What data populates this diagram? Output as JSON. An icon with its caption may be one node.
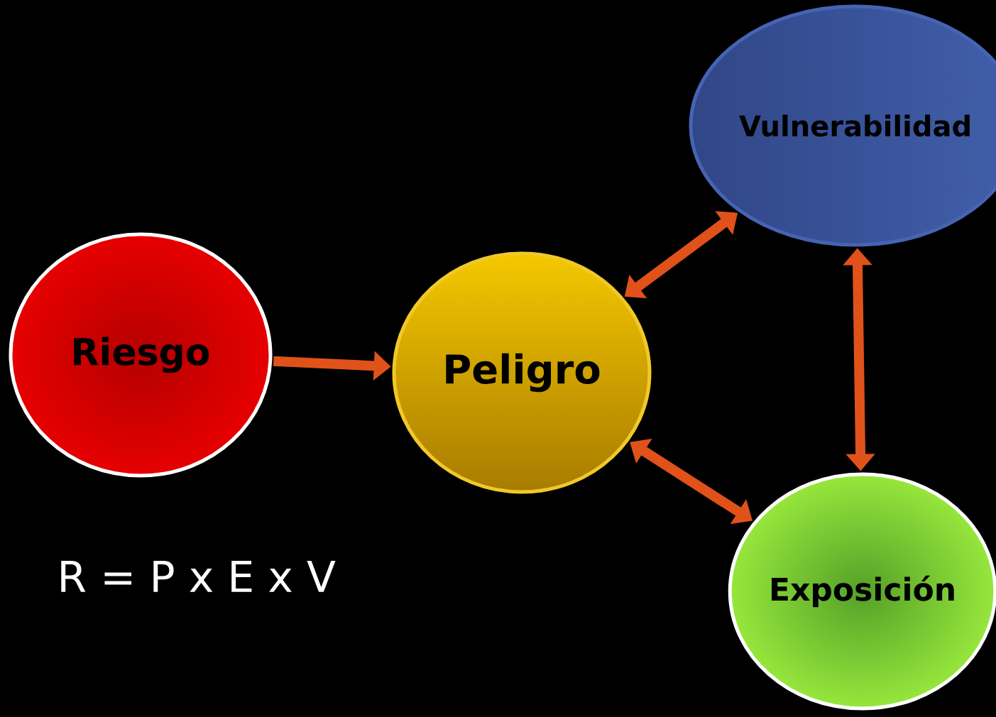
{
  "diagram": {
    "nodes": [
      {
        "text": [
          "Riesgo"
        ]
      },
      {
        "text": [
          "Peligro"
        ]
      },
      {
        "text": [
          "Vulnerabilidad"
        ]
      },
      {
        "text": [
          "Exposición"
        ]
      }
    ],
    "edges": [
      {
        "from": 0,
        "to": 1,
        "arrow": "to"
      },
      {
        "from": 1,
        "to": 2,
        "arrow": "both"
      },
      {
        "from": 2,
        "to": 3,
        "arrow": "both"
      },
      {
        "from": 1,
        "to": 3,
        "arrow": "both"
      }
    ],
    "labels": [
      "R = P x E x V"
    ]
  }
}
